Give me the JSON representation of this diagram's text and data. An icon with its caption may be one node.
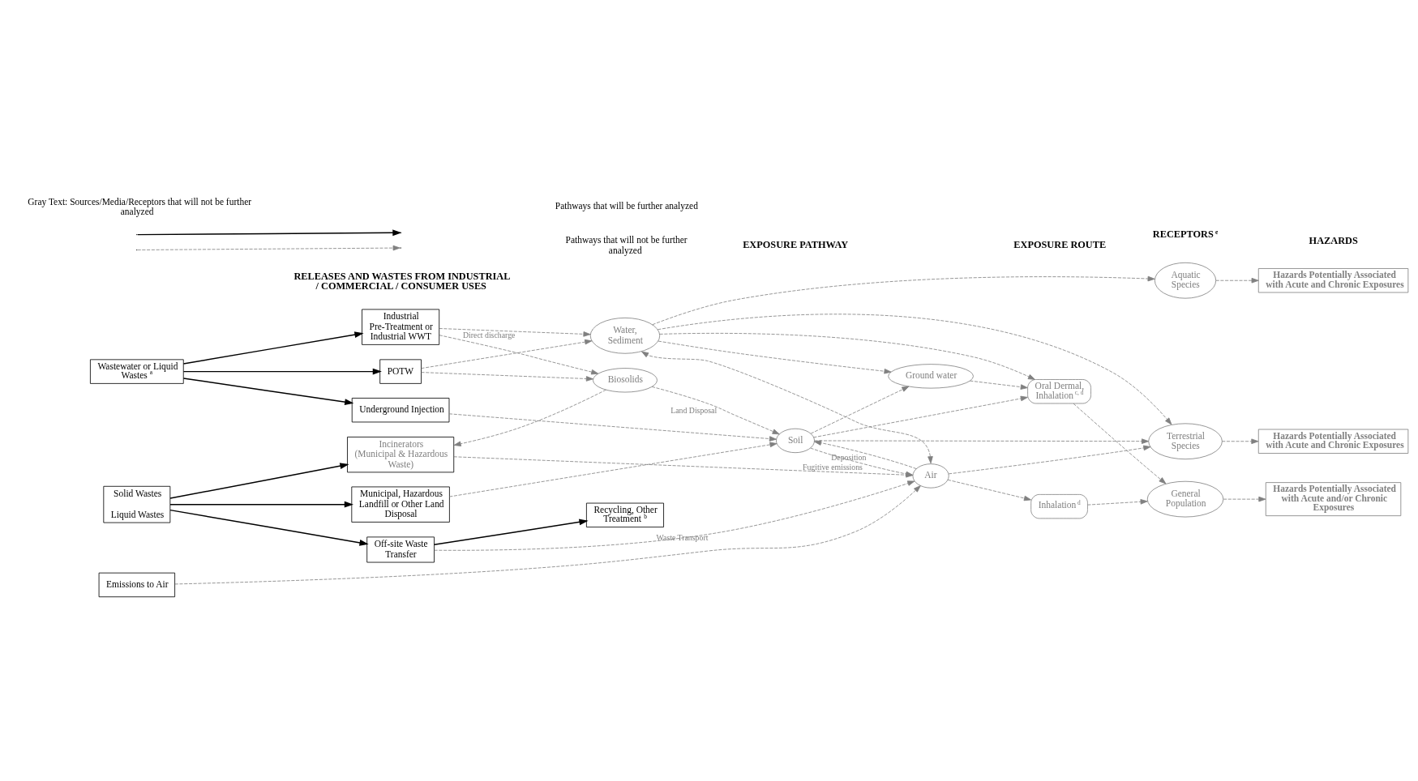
{
  "diagram": {
    "nodes": [
      {
        "text": [
          "Wastewater or Liquid Wastes $^{a}$"
        ]
      },
      {
        "text": [
          "Industrial Pre-Treatment or Industrial WWT"
        ]
      },
      {
        "text": [
          "POTW"
        ]
      },
      {
        "text": [
          "Underground Injection"
        ]
      },
      {
        "text": [
          "Solid Wastes",
          "Liquid Wastes"
        ]
      },
      {
        "text": [
          "Municipal, Hazardous Landfill or Other Land Disposal"
        ]
      },
      {
        "text": [
          "Incinerators (Municipal & Hazardous Waste)"
        ]
      },
      {
        "text": [
          "Off-site Waste Transfer"
        ]
      },
      {
        "text": [
          "Recycling, Other Treatment $^{b}$"
        ]
      },
      {
        "text": [
          "Emissions to Air"
        ]
      },
      {
        "text": [
          "Water, Sediment"
        ]
      },
      {
        "text": [
          "Biosolids"
        ]
      },
      {
        "text": [
          "Soil"
        ]
      },
      {
        "text": [
          "Air"
        ]
      },
      {
        "text": [
          "Ground water"
        ]
      },
      {
        "text": [
          "Oral Dermal, Inhalation $^{c, d}$"
        ]
      },
      {
        "text": [
          "Inhalation $^{d}$"
        ]
      },
      {
        "text": [
          "Aquatic Species"
        ]
      },
      {
        "text": [
          "General Population"
        ]
      },
      {
        "text": [
          "Terrestrial Species"
        ]
      },
      {
        "text": [
          "Hazards Potentially Associated with Acute and Chronic Exposures"
        ]
      },
      {
        "text": [
          "Hazards Potentially Associated with Acute and/or Chronic Exposures"
        ]
      },
      {
        "text": [
          "Hazards Potentially Associated with Acute and Chronic Exposures"
        ]
      }
    ],
    "edges": [
      {
        "from": 0,
        "to": 1,
        "arrow": "to",
        "color": "#000000"
      },
      {
        "from": 0,
        "to": 2,
        "arrow": "to",
        "color": "#000000"
      },
      {
        "from": 0,
        "to": 3,
        "arrow": "to",
        "color": "#000000"
      },
      {
        "from": 4,
        "to": 5,
        "arrow": "to",
        "color": "#000000"
      },
      {
        "from": 4,
        "to": 6,
        "arrow": "to",
        "color": "#000000"
      },
      {
        "from": 4,
        "to": 7,
        "arrow": "to",
        "color": "#000000"
      },
      {
        "from": 7,
        "to": 8,
        "arrow": "to",
        "color": "#000000"
      },
      {
        "from": 1,
        "to": 10,
        "arrow": "to",
        "label": "Direct discharge",
        "style": "dashed"
      },
      {
        "from": 2,
        "to": 10,
        "arrow": "to",
        "style": "dashed"
      },
      {
        "from": 1,
        "to": 11,
        "arrow": "to",
        "style": "dashed"
      },
      {
        "from": 2,
        "to": 11,
        "arrow": "to",
        "style": "dashed"
      },
      {
        "from": 3,
        "to": 12,
        "arrow": "to",
        "style": "dashed"
      },
      {
        "from": 11,
        "to": 12,
        "arrow": "to",
        "label": "Land Disposal",
        "style": "dashed"
      },
      {
        "from": 5,
        "to": 12,
        "arrow": "to",
        "style": "dashed"
      },
      {
        "from": 11,
        "to": 6,
        "arrow": "to",
        "style": "dashed"
      },
      {
        "from": 6,
        "to": 13,
        "arrow": "to",
        "style": "dashed"
      },
      {
        "from": 12,
        "to": 13,
        "arrow": "to",
        "label": "Fugitive emissions",
        "style": "dashed"
      },
      {
        "from": 13,
        "to": 12,
        "arrow": "to",
        "label": "Deposition",
        "style": "dashed"
      },
      {
        "from": 7,
        "to": 13,
        "arrow": "to",
        "label": "Waste Transport",
        "style": "dashed"
      },
      {
        "from": 9,
        "to": 13,
        "arrow": "to",
        "style": "dashed"
      },
      {
        "from": 12,
        "to": 14,
        "arrow": "to",
        "style": "dashed"
      },
      {
        "from": 13,
        "to": 10,
        "arrow": "both",
        "style": "dashed"
      },
      {
        "from": 10,
        "to": 14,
        "arrow": "to",
        "style": "dashed"
      },
      {
        "from": 10,
        "to": 15,
        "arrow": "to",
        "style": "dashed"
      },
      {
        "from": 12,
        "to": 15,
        "arrow": "to",
        "style": "dashed"
      },
      {
        "from": 14,
        "to": 15,
        "arrow": "to",
        "style": "dashed"
      },
      {
        "from": 13,
        "to": 16,
        "arrow": "to",
        "style": "dashed"
      },
      {
        "from": 10,
        "to": 17,
        "arrow": "to",
        "style": "dashed"
      },
      {
        "from": 15,
        "to": 18,
        "arrow": "to",
        "style": "dashed"
      },
      {
        "from": 16,
        "to": 18,
        "arrow": "to",
        "style": "dashed"
      },
      {
        "from": 13,
        "to": 19,
        "arrow": "to",
        "style": "dashed"
      },
      {
        "from": 10,
        "to": 19,
        "arrow": "to",
        "style": "dashed"
      },
      {
        "from": 12,
        "to": 19,
        "arrow": "to",
        "style": "dashed"
      },
      {
        "from": 17,
        "to": 20,
        "arrow": "to",
        "style": "dashed"
      },
      {
        "from": 18,
        "to": 21,
        "arrow": "to",
        "style": "dashed"
      },
      {
        "from": 19,
        "to": 22,
        "arrow": "to",
        "style": "dashed"
      }
    ],
    "labels": [
      "RELEASES AND WASTES FROM INDUSTRIAL / COMMERCIAL / CONSUMER USES",
      "EXPOSURE PATHWAY",
      "EXPOSURE ROUTE",
      "RECEPTORS $^{e}$",
      "HAZARDS"
    ],
    "legend": [
      {
        "text": "Gray Text: Sources/Media/Receptors that will not be further analyzed"
      },
      {
        "text": "Pathways that will be further analyzed"
      },
      {
        "text": "Pathways that will not be further analyzed"
      }
    ]
  }
}
